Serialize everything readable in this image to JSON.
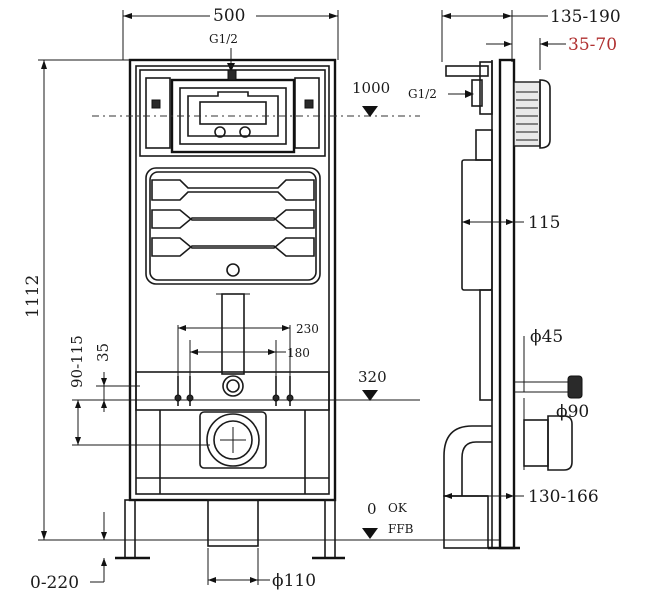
{
  "front_view": {
    "width": "500",
    "height": "1112",
    "g12": "G1/2",
    "level_1000": "1000",
    "level_320": "320",
    "dim_230": "230",
    "dim_180": "180",
    "dim_90_115": "90-115",
    "dim_35": "35",
    "zero": "0",
    "ok": "OK",
    "ffb": "FFB",
    "dim_0_220": "0-220",
    "phi110": "ϕ110"
  },
  "side_view": {
    "depth": "135-190",
    "range_35_70": "35-70",
    "g12": "G1/2",
    "dim_115": "115",
    "phi45": "ϕ45",
    "phi90": "ϕ90",
    "dim_130_166": "130-166"
  },
  "colors": {
    "line": "#1a1a1a",
    "red_text": "#b03030"
  }
}
